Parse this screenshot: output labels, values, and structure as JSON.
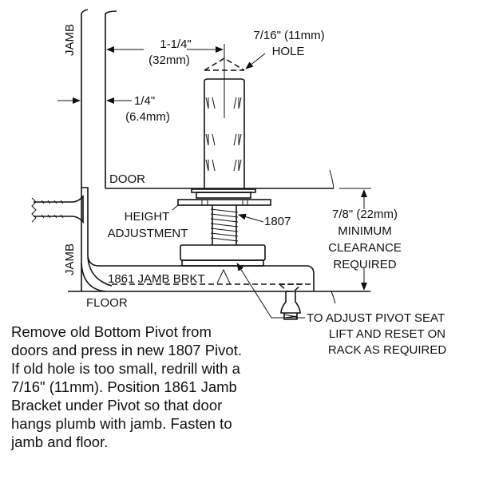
{
  "labels": {
    "jamb_top": "JAMB",
    "jamb_bottom": "JAMB",
    "door": "DOOR",
    "floor": "FLOOR",
    "dim_width": "1-1/4\"",
    "dim_width_mm": "(32mm)",
    "hole_size": "7/16\" (11mm)",
    "hole": "HOLE",
    "dim_offset": "1/4\"",
    "dim_offset_mm": "(6.4mm)",
    "height": "HEIGHT",
    "adjustment": "ADJUSTMENT",
    "part_pivot": "1807",
    "clearance_dim": "7/8\" (22mm)",
    "clearance_1": "MINIMUM",
    "clearance_2": "CLEARANCE",
    "clearance_3": "REQUIRED",
    "bracket": "1861 JAMB BRKT",
    "note_1": "TO ADJUST PIVOT SEAT",
    "note_2": "LIFT AND RESET ON",
    "note_3": "RACK AS REQUIRED"
  },
  "instructions": [
    "Remove old Bottom Pivot from",
    "doors and press in new 1807 Pivot.",
    "If old hole is too small, redrill with a",
    "7/16\" (11mm).  Position 1861 Jamb",
    "Bracket under Pivot so that door",
    "hangs plumb with jamb.  Fasten to",
    "jamb and floor."
  ]
}
